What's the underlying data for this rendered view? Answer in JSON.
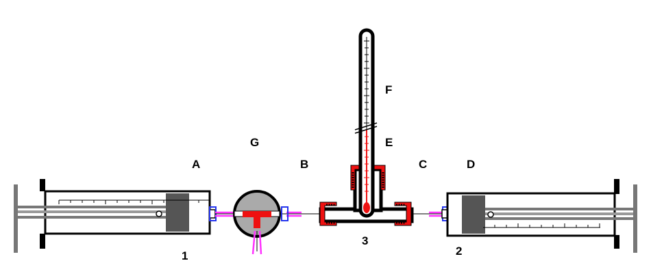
{
  "labels": {
    "A": "A",
    "B": "B",
    "C": "C",
    "D": "D",
    "E": "E",
    "F": "F",
    "G": "G",
    "n1": "1",
    "n2": "2",
    "n3": "3"
  },
  "colors": {
    "line": "#000000",
    "syringe_body": "#ffffff",
    "plunger": "#555555",
    "rod": "#777777",
    "valve_gray": "#aaaaaa",
    "red": "#ee1111",
    "magenta": "#ff33ff",
    "blue": "#2233ee"
  }
}
